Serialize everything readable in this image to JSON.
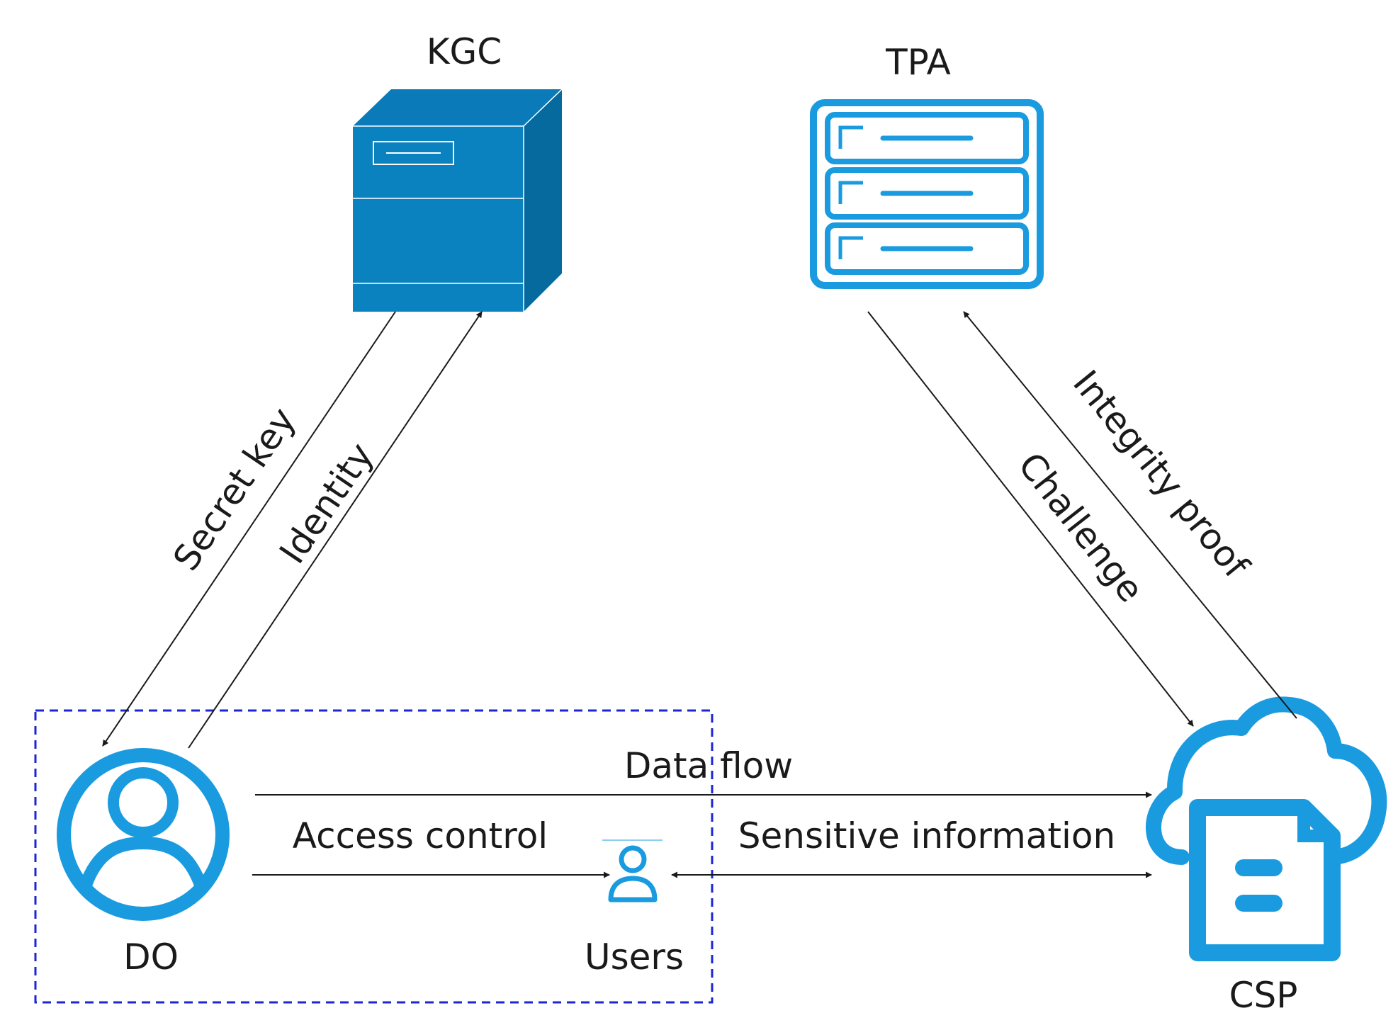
{
  "nodes": {
    "kgc": {
      "label": "KGC",
      "icon": "server-tower-icon",
      "color": "#0a82c0"
    },
    "tpa": {
      "label": "TPA",
      "icon": "server-rack-icon",
      "color": "#1a9be0"
    },
    "do": {
      "label": "DO",
      "icon": "user-circle-icon",
      "color": "#1a9be0"
    },
    "users": {
      "label": "Users",
      "icon": "user-icon",
      "color": "#1a9be0"
    },
    "csp": {
      "label": "CSP",
      "icon": "cloud-storage-icon",
      "color": "#1a9be0"
    }
  },
  "edges": {
    "secret_key": "Secret key",
    "identity": "Identity",
    "challenge": "Challenge",
    "integrity_proof": "Integrity proof",
    "data_flow": "Data flow",
    "access_control": "Access control",
    "sensitive_information": "Sensitive information"
  },
  "group": {
    "border_color": "#1c25d6",
    "style": "dashed"
  }
}
